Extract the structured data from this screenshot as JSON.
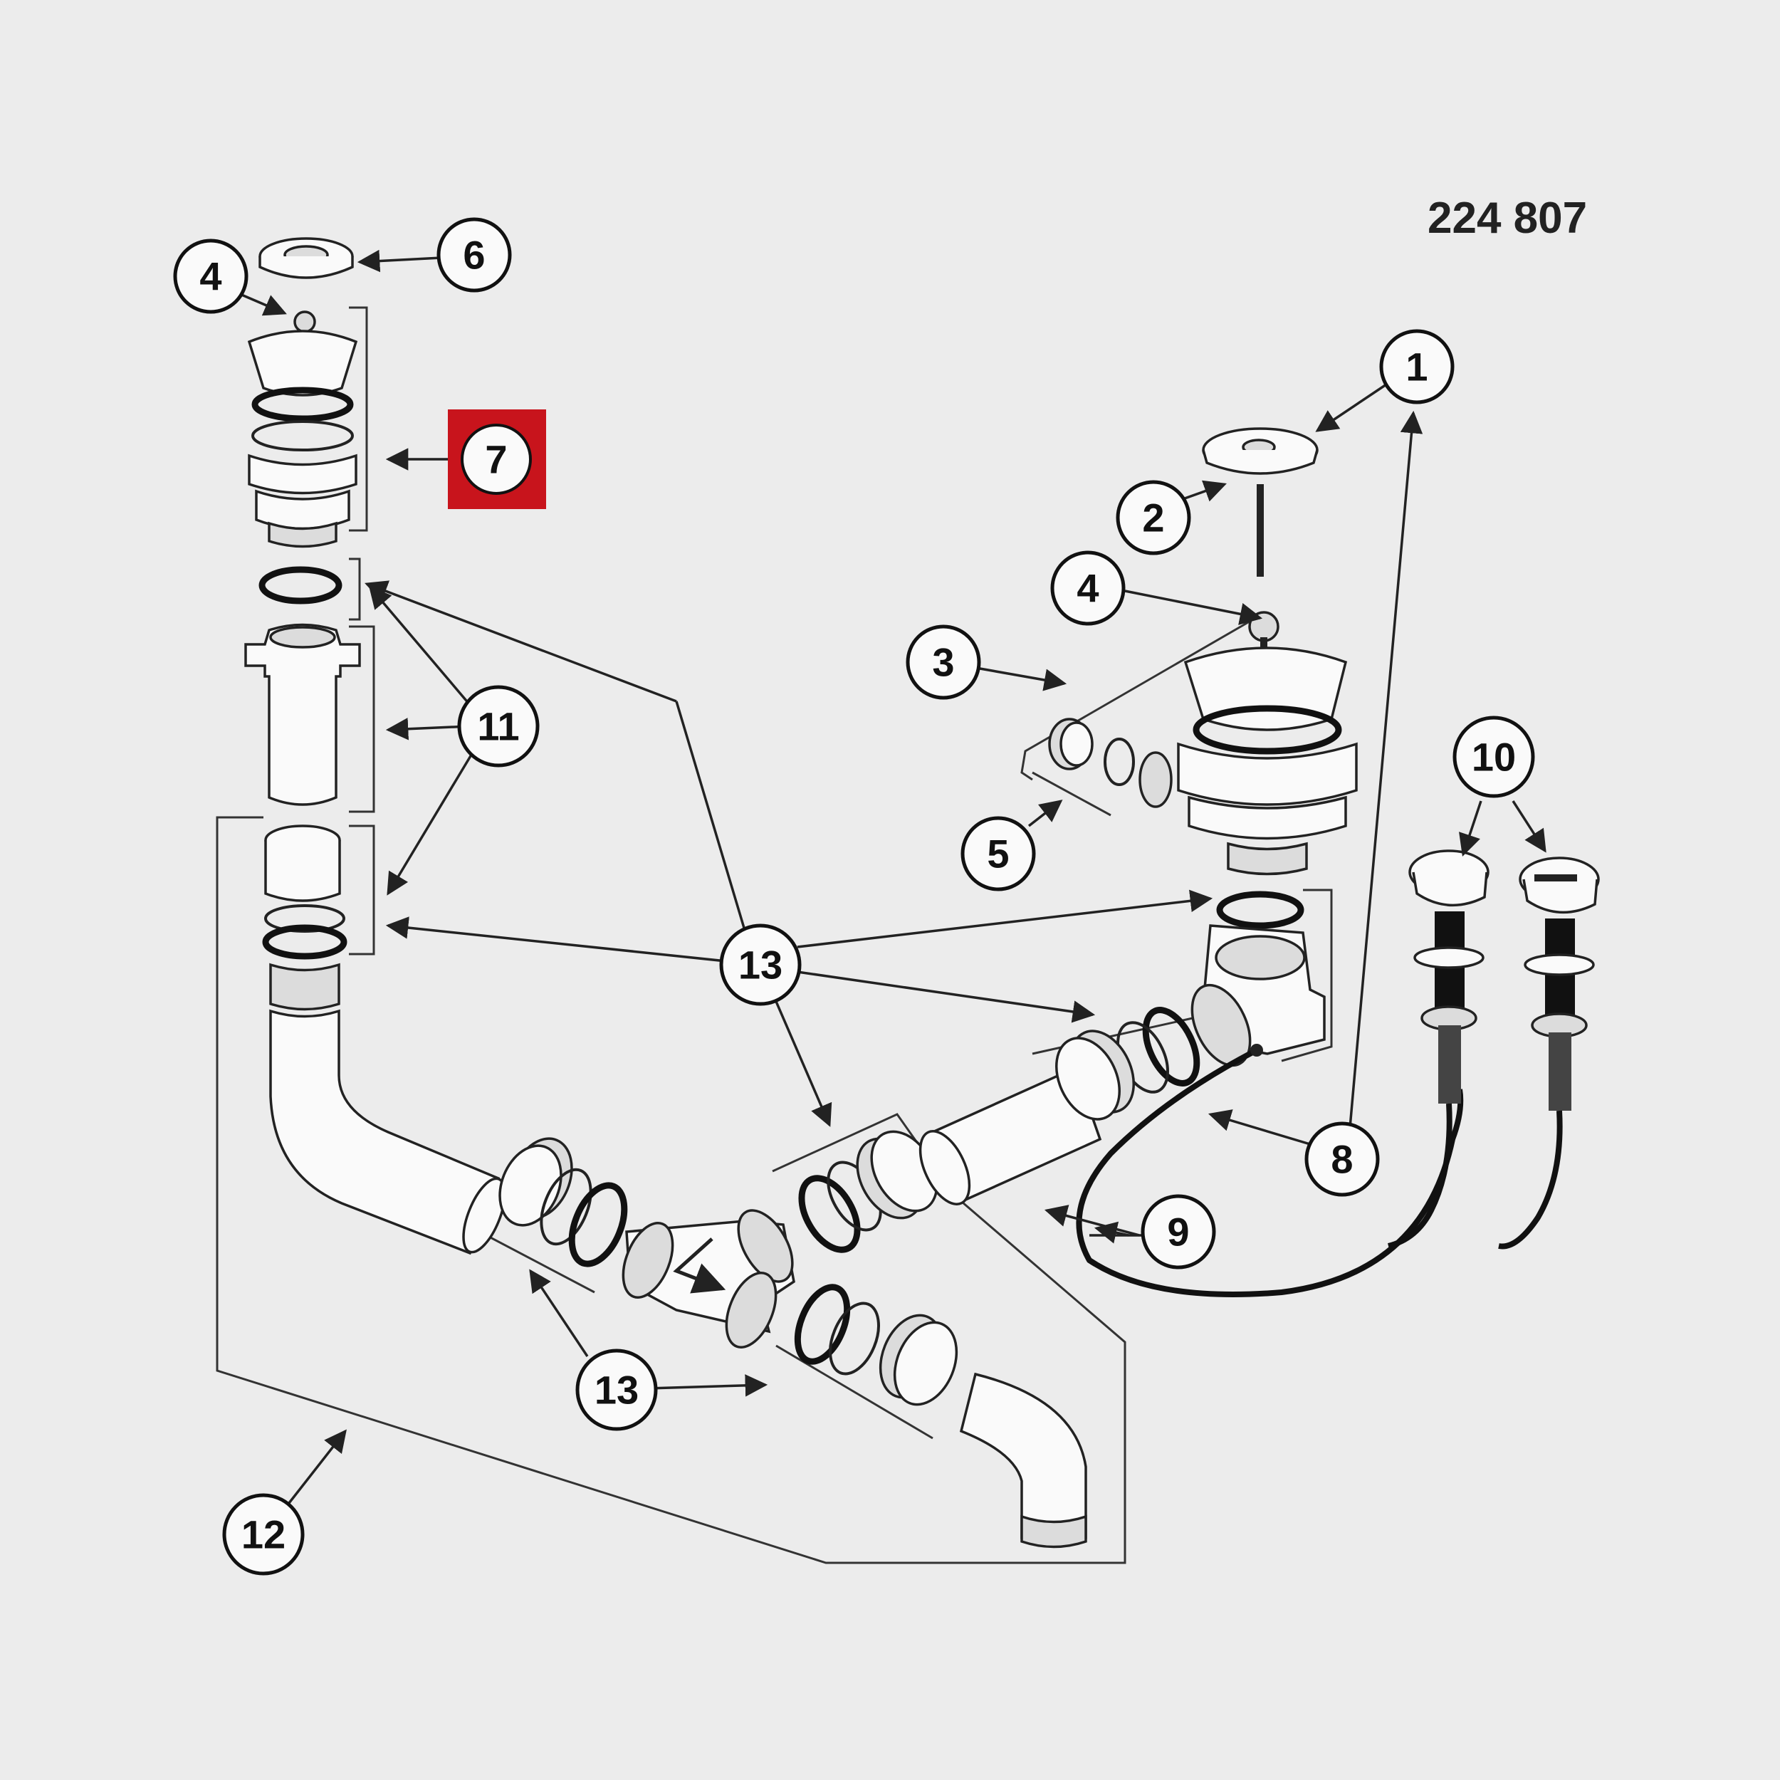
{
  "diagram": {
    "part_number": "224 807",
    "highlight_color": "#c8141c",
    "callouts": [
      {
        "id": "c1",
        "label": "1"
      },
      {
        "id": "c2",
        "label": "2"
      },
      {
        "id": "c3",
        "label": "3"
      },
      {
        "id": "c4a",
        "label": "4"
      },
      {
        "id": "c4b",
        "label": "4"
      },
      {
        "id": "c5",
        "label": "5"
      },
      {
        "id": "c6",
        "label": "6"
      },
      {
        "id": "c7",
        "label": "7",
        "highlighted": true
      },
      {
        "id": "c8",
        "label": "8"
      },
      {
        "id": "c9",
        "label": "9"
      },
      {
        "id": "c10",
        "label": "10"
      },
      {
        "id": "c11",
        "label": "11"
      },
      {
        "id": "c12",
        "label": "12"
      },
      {
        "id": "c13a",
        "label": "13"
      },
      {
        "id": "c13b",
        "label": "13"
      }
    ]
  }
}
